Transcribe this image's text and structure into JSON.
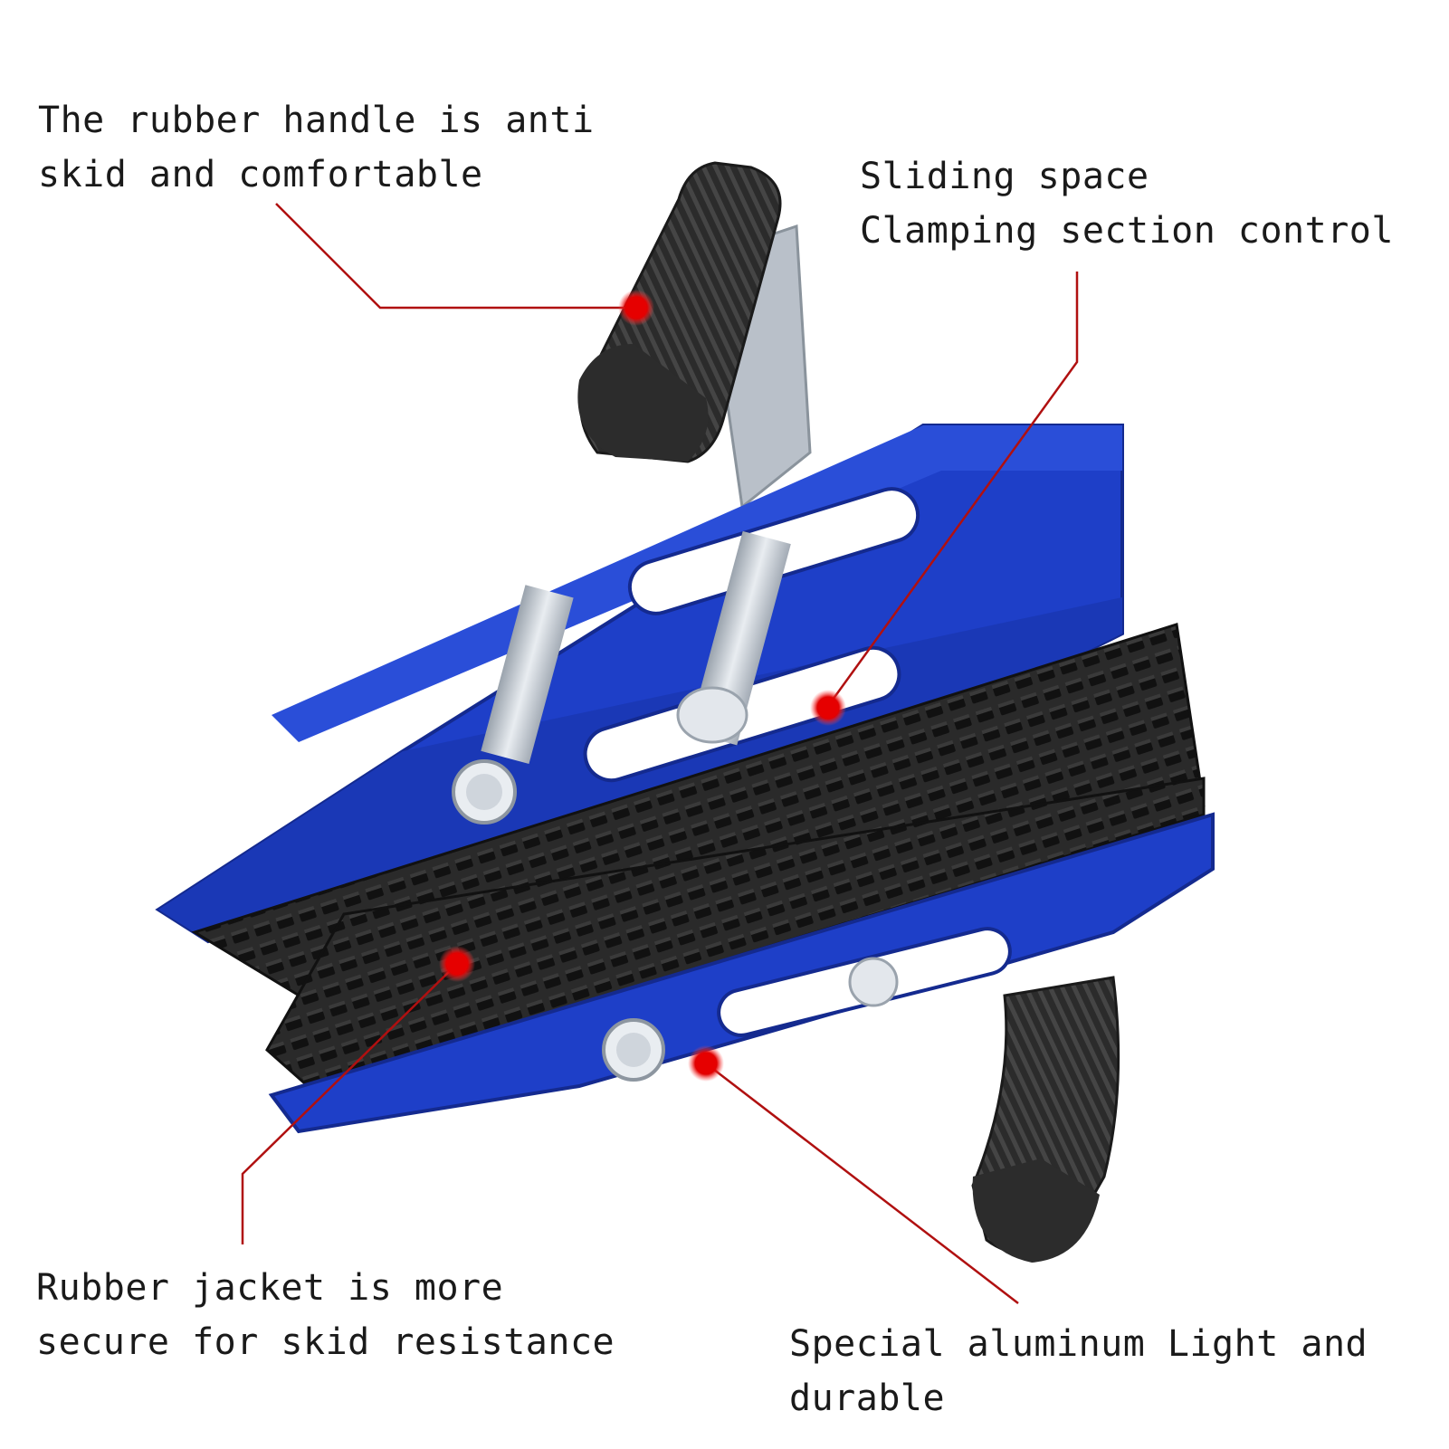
{
  "callouts": {
    "handle": {
      "lines": [
        "The rubber handle is anti",
        "skid and comfortable"
      ]
    },
    "sliding": {
      "lines": [
        "Sliding space",
        "Clamping section control"
      ]
    },
    "rubber": {
      "lines": [
        "Rubber jacket is more",
        "secure for skid resistance"
      ]
    },
    "aluminum": {
      "lines": [
        "Special aluminum Light and",
        "durable"
      ]
    }
  },
  "colors": {
    "bracket_blue": "#1e3fc8",
    "bracket_dark": "#142a8f",
    "rubber_black": "#222222",
    "steel": "#c9ced6",
    "leader_red": "#b01010",
    "dot_red": "#ff1a1a"
  }
}
